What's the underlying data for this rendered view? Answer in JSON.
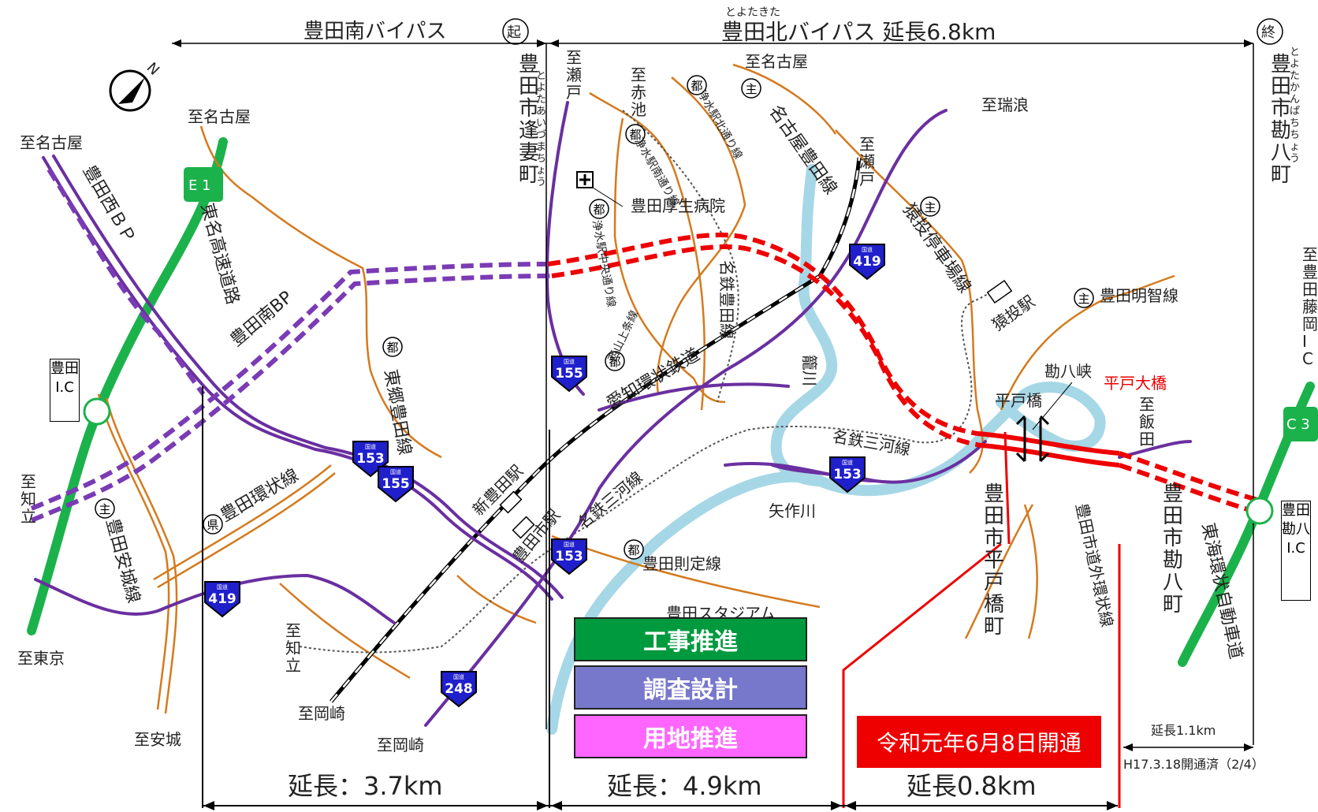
{
  "header": {
    "south_bp": "豊田南バイパス",
    "start_mark": "起",
    "north_bp_ruby": "とよたきた",
    "north_bp": "豊田北バイパス 延長6.8km",
    "end_mark": "終"
  },
  "places": {
    "start_town": "豊田市逢妻町",
    "start_town_ruby": "とよた あいづまちょう",
    "end_town": "豊田市勘八町",
    "end_town_ruby": "とよた かんぱちちょう",
    "to_nagoya_1": "至名古屋",
    "to_nagoya_2": "至名古屋",
    "to_nagoya_3": "至名古屋",
    "to_seto_1": "至瀬戸",
    "to_seto_2": "至瀬戸",
    "to_akaike": "至赤池",
    "to_mizunami": "至瑞浪",
    "to_chiryu_1": "至知立",
    "to_chiryu_2": "至知立",
    "to_tokyo": "至東京",
    "to_anjo": "至安城",
    "to_okazaki_1": "至岡崎",
    "to_okazaki_2": "至岡崎",
    "to_iida": "至飯田",
    "to_fujioka": "至豊田藤岡IC",
    "hospital": "豊田厚生病院",
    "stadium": "豊田スタジアム",
    "hiratobashi_town": "豊田市平戸橋町",
    "kanpachi_town": "豊田市勘八町",
    "kanpachi_gorge": "勘八峡",
    "hiratobashi": "平戸橋",
    "hirato_bridge": "平戸大橋",
    "sanage_station": "猿投駅",
    "shin_toyota_station": "新豊田駅",
    "toyotashi_station": "豊田市駅"
  },
  "roads": {
    "tomei": "東名高速道路",
    "e1": "E 1",
    "c3": "C 3",
    "toyota_ic": "豊田I.C",
    "kanpachi_ic": "豊田勘八I.C",
    "toyota_nishi_bp": "豊田西ＢＰ",
    "toyota_minami_bp": "豊田南BP",
    "togo_toyota": "東郷豊田線",
    "toyota_anjo": "豊田安城線",
    "toyota_kanjo": "豊田環状線",
    "nagoya_toyota": "名古屋豊田線",
    "sanage_teishajo": "猿投停車場線",
    "toyota_meichi": "豊田明智線",
    "jousui_kita": "浄水駅北通り線",
    "jousui_minami": "浄水駅南通り線",
    "jousui_chuo": "浄水駅中央通り線",
    "nishiyama": "西山上条線",
    "toyota_norisada": "豊田則定線",
    "gaikan": "豊田市道外環状線",
    "tokai_kanjo": "東海環状自動車道",
    "r155": "155",
    "r153": "153",
    "r419": "419",
    "r248": "248",
    "route_tag": "国道",
    "mark_shu": "主",
    "mark_to": "都",
    "mark_ken": "県"
  },
  "rail": {
    "aichi_kanjo": "愛知環状鉄道",
    "meitetsu_toyota": "名鉄豊田線",
    "meitetsu_mikawa_1": "名鉄三河線",
    "meitetsu_mikawa_2": "名鉄三河線"
  },
  "rivers": {
    "kagokawa": "籠川",
    "yahagi": "矢作川"
  },
  "legend": {
    "construction": "工事推進",
    "survey": "調査設計",
    "land": "用地推進",
    "construction_color": "#009a3e",
    "survey_color": "#7777cc",
    "land_color": "#ff66ff"
  },
  "opened": "令和元年6月8日開通",
  "segments": {
    "seg1": "延長：3.7km",
    "seg2": "延長：4.9km",
    "seg3": "延長0.8km",
    "seg4": "延長1.1km",
    "seg4_note": "H17.3.18開通済（2/4）"
  },
  "compass": "N",
  "colors": {
    "national_route": "#6a2fa0",
    "expressway": "#1bb24b",
    "local_road": "#d47a1e",
    "river": "#a6d7e6",
    "bypass_red": "#ee0000"
  }
}
